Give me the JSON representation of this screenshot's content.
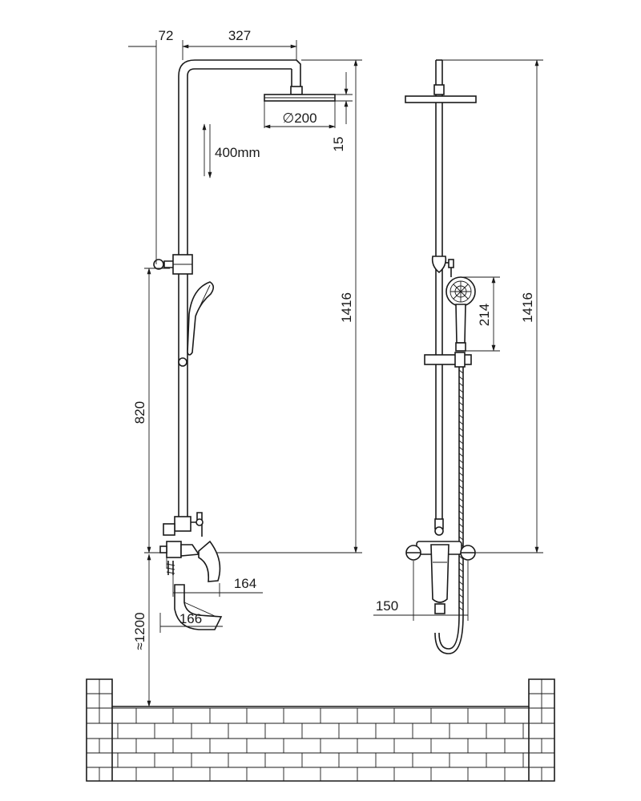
{
  "dimensions": {
    "offset_72": "72",
    "arm_327": "327",
    "head_diameter": "∅200",
    "head_thickness": "15",
    "adjust_range": "400mm",
    "total_height_left": "1416",
    "total_height_right": "1416",
    "outlet_height": "820",
    "spout_164": "164",
    "spout_166": "166",
    "mount_height": "≈1200",
    "handshower_length": "214",
    "inlet_150": "150"
  }
}
